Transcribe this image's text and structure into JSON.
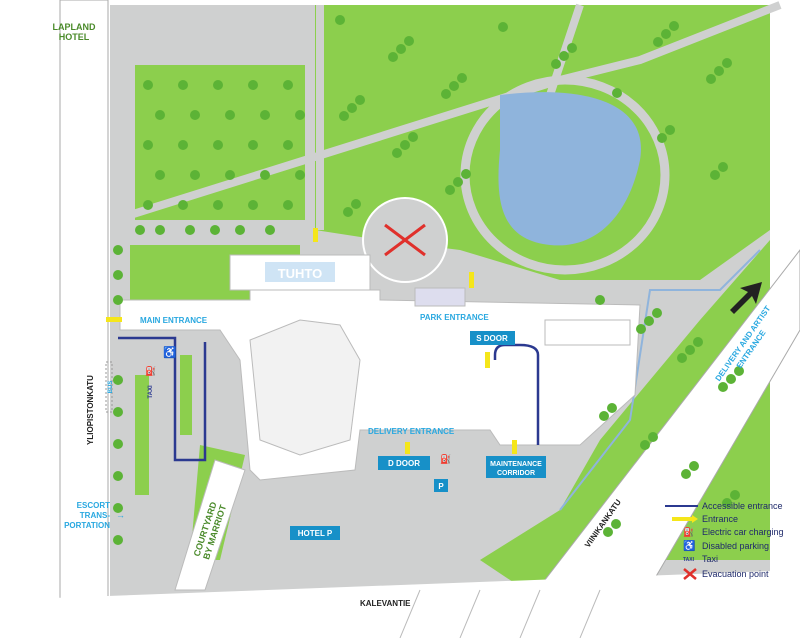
{
  "labels": {
    "lapland_hotel_1": "LAPLAND",
    "lapland_hotel_2": "HOTEL",
    "tuhto": "TUHTO",
    "main_entrance": "MAIN ENTRANCE",
    "park_entrance": "PARK ENTRANCE",
    "s_door": "S DOOR",
    "delivery_entrance": "DELIVERY ENTRANCE",
    "d_door": "D DOOR",
    "maintenance_1": "MAINTENANCE",
    "maintenance_2": "CORRIDOR",
    "hotel_p": "HOTEL P",
    "p": "P",
    "courtyard_1": "COURTYARD",
    "courtyard_2": "BY MARRIOT",
    "yliopistonkatu": "YLIOPISTONKATU",
    "bus": "BUS",
    "taxi": "TAXI",
    "escort_1": "ESCORT",
    "escort_2": "TRANS-",
    "escort_3": "PORTATION",
    "kalevantie": "KALEVANTIE",
    "viinikankatu": "VIINIKANKATU",
    "delivery_artist_1": "DELIVERY AND ARTIST",
    "delivery_artist_2": "ENTRANCE"
  },
  "legend": [
    {
      "icon": "accessible-entrance-line",
      "label": "Accessible entrance"
    },
    {
      "icon": "entrance-arrow",
      "label": "Entrance"
    },
    {
      "icon": "electric-car-charging-icon",
      "label": "Electric car charging"
    },
    {
      "icon": "disabled-parking-icon",
      "label": "Disabled parking"
    },
    {
      "icon": "taxi-icon",
      "label": "Taxi",
      "glyph": "TAXI"
    },
    {
      "icon": "evacuation-point-icon",
      "label": "Evacuation point"
    }
  ],
  "colors": {
    "grass": "#8ccf4d",
    "tree": "#5cb336",
    "pavement": "#cfd0d0",
    "building": "#ffffff",
    "water": "#8fb4dc",
    "accent_blue": "#29a8e0",
    "entrance_yellow": "#f5e61a",
    "accessible_navy": "#2b3990",
    "evacuation_red": "#e0302b"
  }
}
